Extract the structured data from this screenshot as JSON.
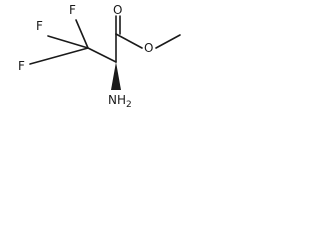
{
  "molecule": {
    "atoms": {
      "f_top": "F",
      "f_left_upper": "F",
      "f_left_lower": "F",
      "o_carbonyl": "O",
      "o_ester": "O",
      "n_amine": "N",
      "n_amine_h": "H",
      "n_amine_sub": "2"
    },
    "colors": {
      "ink": "#1a1a1a",
      "background": "#ffffff"
    }
  }
}
